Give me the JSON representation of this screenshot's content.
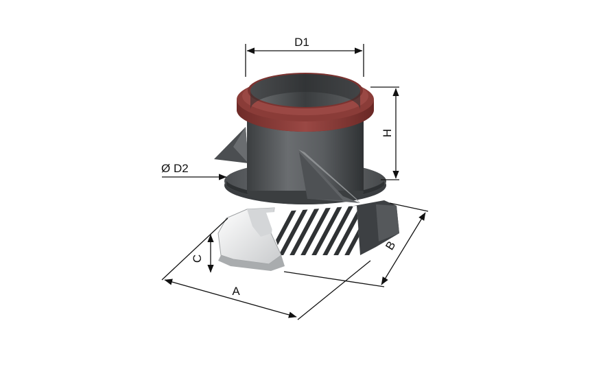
{
  "dimensions": {
    "d1": "D1",
    "d2": "Ø D2",
    "h": "H",
    "a": "A",
    "b": "B",
    "c": "C"
  },
  "colors": {
    "flange": "#8a3c38",
    "body": "#55585a",
    "body_dark": "#2e3133",
    "body_light": "#8d9092",
    "base_grey": "#b7b9bb",
    "base_white": "#f2f2f2",
    "hatch": "#3a3d40",
    "dimension_line": "#111111"
  }
}
